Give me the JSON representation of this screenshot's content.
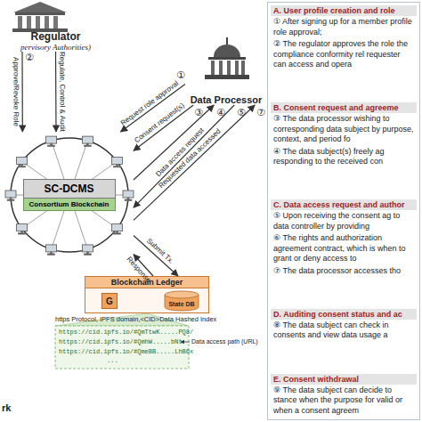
{
  "diagram": {
    "nodes": [
      {
        "text": [
          "Regulator",
          "pervisory Authorities)"
        ]
      },
      {
        "text": [
          "Data Processor"
        ]
      },
      {
        "text": [
          "SC-DCMS",
          "Consortium Blockchain"
        ]
      },
      {
        "text": [
          "Blockchain Ledger"
        ]
      },
      {
        "text": [
          "G"
        ],
        "in": 3
      },
      {
        "text": [
          "State DB"
        ],
        "in": 3
      },
      {
        "text": [
          "A. User profile creation and role",
          "① After signing up for a member profile role approval;",
          "② The regulator approves the role the compliance conformity rel requester can access and opera"
        ]
      },
      {
        "text": [
          "B. Consent request and agreeme",
          "③ The data processor wishing to corresponding data subject by purpose, context, and period fo",
          "④ The data subject(s) freely ag responding to the received con"
        ]
      },
      {
        "text": [
          "C. Data access request and author",
          "⑤ Upon receiving the consent ag to data controller by providing",
          "⑥ The rights and authorization agreement contract, which is when to grant or deny access to",
          "⑦ The data processor accesses tho"
        ]
      },
      {
        "text": [
          "D. Auditing consent status and ac",
          "⑧ The data subject can check in consents and view data usage a"
        ]
      },
      {
        "text": [
          "E. Consent withdrawal",
          "⑨ The data subject can decide to stance when the purpose for valid or when a consent agreem"
        ]
      }
    ],
    "edges": [
      {
        "from": 1,
        "to": 2,
        "label": "Request role approval",
        "arrow": "to"
      },
      {
        "from": 0,
        "to": 2,
        "label": "Approve/Revoke Role",
        "arrow": "to"
      },
      {
        "from": 0,
        "to": 2,
        "label": "Regulate, Control & Audit",
        "arrow": "to"
      },
      {
        "from": 1,
        "to": 2,
        "label": "Consent request(s)",
        "arrow": "to"
      },
      {
        "from": 2,
        "to": 1,
        "arrow": "to"
      },
      {
        "from": 1,
        "to": 2,
        "label": "Data access request",
        "arrow": "to"
      },
      {
        "from": 2,
        "to": 1,
        "label": "Requested data accessed",
        "arrow": "to"
      },
      {
        "from": 2,
        "to": 3,
        "label": "Submit Tx.",
        "arrow": "to"
      },
      {
        "from": 3,
        "to": 2,
        "label": "Response",
        "arrow": "to"
      }
    ],
    "labels": [
      "①",
      "②",
      "③",
      "④",
      "⑤",
      "⑦",
      "https Protocol, IPFS domain,<CID>Data Hashed Index",
      "https://cid.ipfs.io/#QmTtwK.....PQ8/",
      "https://cid.ipfs.io/#QmhW.....bNt",
      "https://cid.ipfs.io/#QmeBB.....LhB6x",
      "...",
      "Data access path (URL)",
      "rk"
    ]
  }
}
